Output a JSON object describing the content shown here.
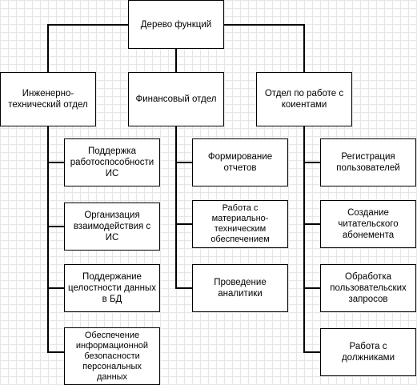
{
  "diagram": {
    "root": {
      "label": "Дерево функций"
    },
    "departments": [
      {
        "label": "Инженерно-технический отдел",
        "functions": [
          "Поддержка работоспособности ИС",
          "Организация взаимодействия с ИС",
          "Поддержание целостности данных в БД",
          "Обеспечение информационной безопасности персональных данных"
        ]
      },
      {
        "label": "Финансовый отдел",
        "functions": [
          "Формирование отчетов",
          "Работа с материально-техническим обеспечением",
          "Проведение аналитики"
        ]
      },
      {
        "label": "Отдел по работе с коиентами",
        "functions": [
          "Регистрация пользователей",
          "Создание читательского абонемента",
          "Обработка пользовательских запросов",
          "Работа с должниками"
        ]
      }
    ]
  }
}
